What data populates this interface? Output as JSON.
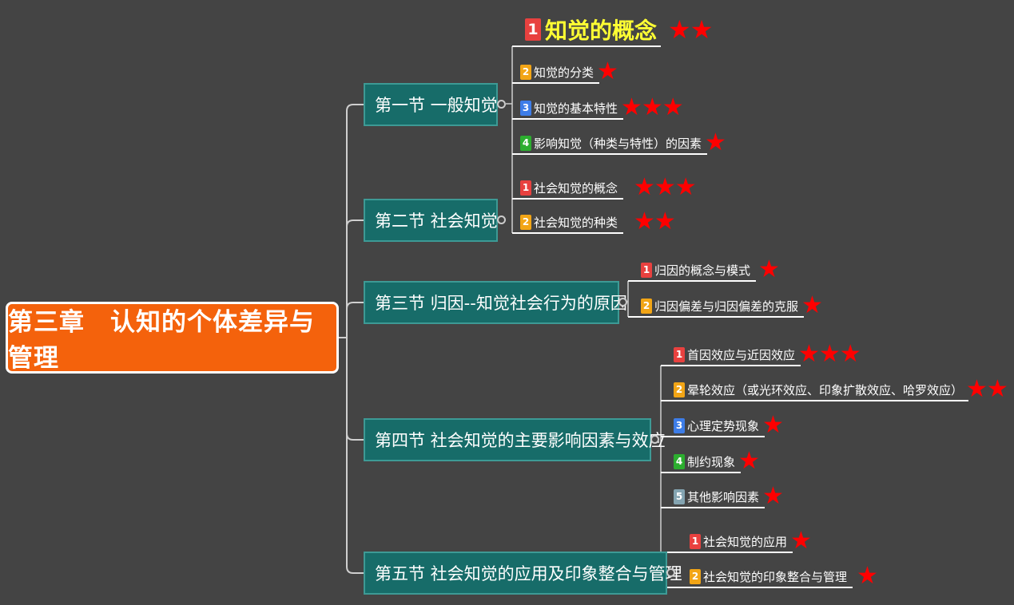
{
  "root": {
    "title": "第三章　认知的个体差异与管理"
  },
  "badge_colors": {
    "1": "#e8413f",
    "2": "#f2a516",
    "3": "#3d7de8",
    "4": "#2cae2f",
    "5": "#84a4b1"
  },
  "sections": [
    {
      "title": "第一节 一般知觉",
      "items": [
        {
          "num": "1",
          "text": "知觉的概念",
          "stars": "★★",
          "highlight": true
        },
        {
          "num": "2",
          "text": "知觉的分类",
          "stars": "★"
        },
        {
          "num": "3",
          "text": "知觉的基本特性",
          "stars": "★★★"
        },
        {
          "num": "4",
          "text": "影响知觉（种类与特性）的因素",
          "stars": "★"
        }
      ]
    },
    {
      "title": "第二节 社会知觉",
      "items": [
        {
          "num": "1",
          "text": "社会知觉的概念",
          "stars": "★★★"
        },
        {
          "num": "2",
          "text": "社会知觉的种类",
          "stars": "★★"
        }
      ]
    },
    {
      "title": "第三节 归因--知觉社会行为的原因",
      "items": [
        {
          "num": "1",
          "text": "归因的概念与模式",
          "stars": "★"
        },
        {
          "num": "2",
          "text": "归因偏差与归因偏差的克服",
          "stars": "★"
        }
      ]
    },
    {
      "title": "第四节 社会知觉的主要影响因素与效应",
      "items": [
        {
          "num": "1",
          "text": "首因效应与近因效应",
          "stars": "★★★"
        },
        {
          "num": "2",
          "text": "晕轮效应（或光环效应、印象扩散效应、哈罗效应）",
          "stars": "★★"
        },
        {
          "num": "3",
          "text": "心理定势现象",
          "stars": "★"
        },
        {
          "num": "4",
          "text": "制约现象",
          "stars": "★"
        },
        {
          "num": "5",
          "text": "其他影响因素",
          "stars": "★"
        }
      ]
    },
    {
      "title": "第五节 社会知觉的应用及印象整合与管理",
      "items": [
        {
          "num": "1",
          "text": "社会知觉的应用",
          "stars": "★"
        },
        {
          "num": "2",
          "text": "社会知觉的印象整合与管理",
          "stars": "★"
        }
      ]
    }
  ]
}
